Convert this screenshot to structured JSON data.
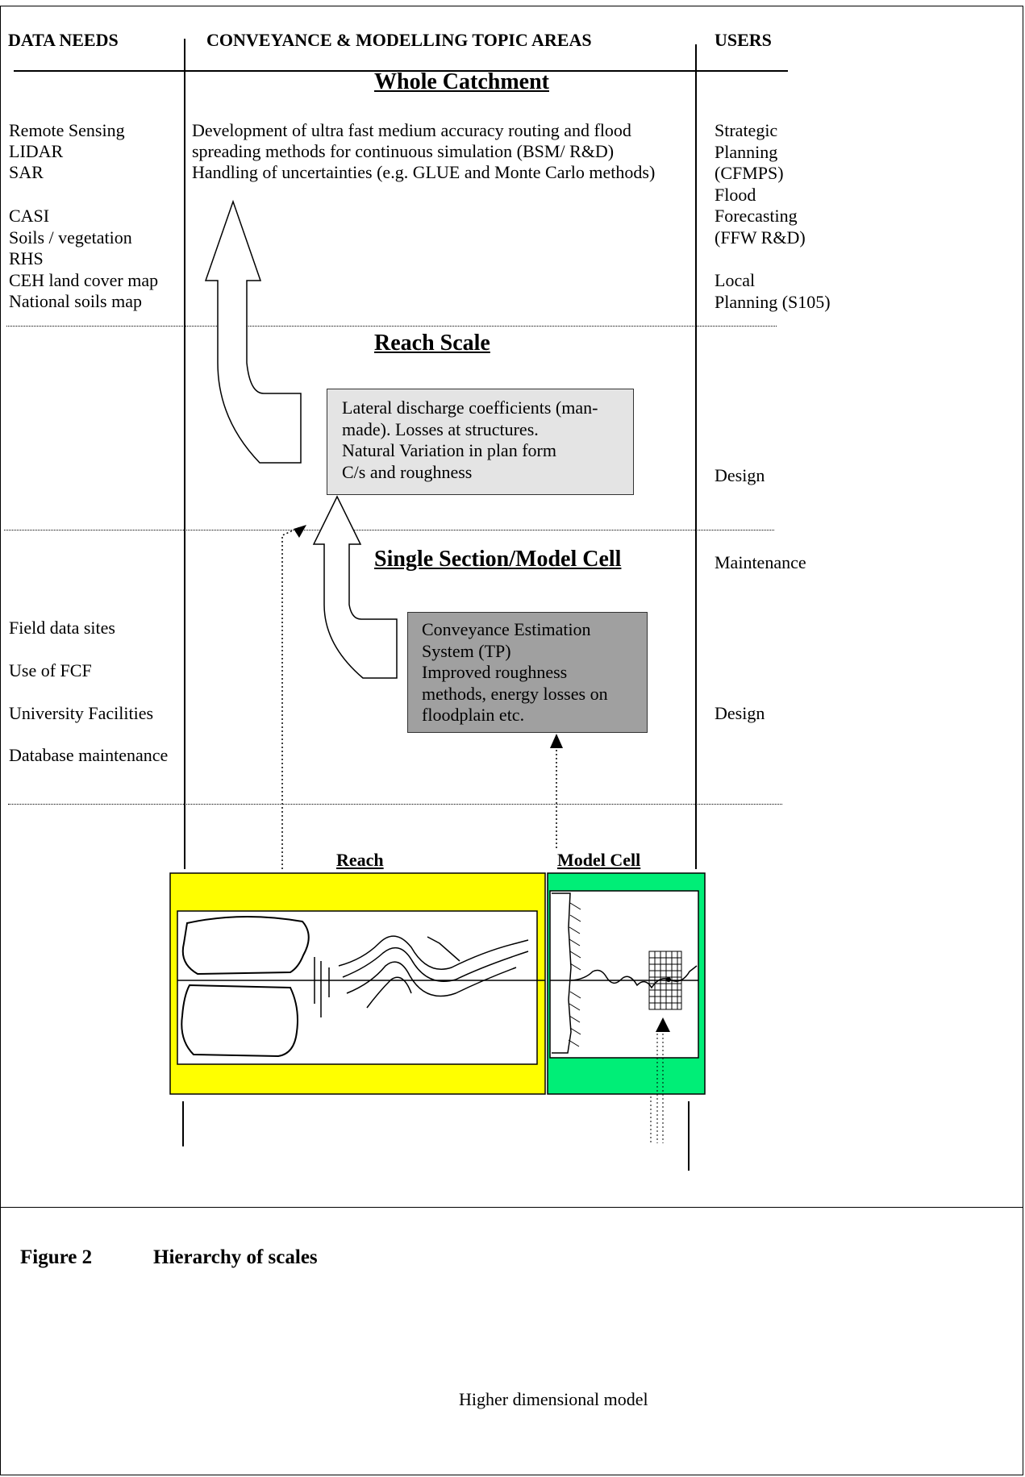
{
  "headers": {
    "data_needs": "DATA NEEDS",
    "topic_areas": "CONVEYANCE & MODELLING TOPIC AREAS",
    "users": "USERS"
  },
  "sections": {
    "whole_catchment": "Whole Catchment",
    "reach_scale": "Reach Scale",
    "single_section": "Single Section/Model Cell"
  },
  "whole_catchment": {
    "data_needs_1": "Remote Sensing\nLIDAR\nSAR",
    "data_needs_2": "CASI\nSoils / vegetation\nRHS\nCEH land cover map\nNational soils map",
    "topic": "Development of ultra fast medium accuracy routing and flood\nspreading methods for continuous simulation (BSM/ R&D)\nHandling of uncertainties (e.g. GLUE and Monte Carlo methods)",
    "users_1": "Strategic\nPlanning\n(CFMPS)\nFlood\nForecasting\n(FFW R&D)",
    "users_2": "Local\nPlanning (S105)"
  },
  "reach_scale": {
    "box_text": "Lateral discharge coefficients (man-\nmade). Losses at structures.\nNatural Variation in plan form\nC/s and roughness",
    "users": "Design"
  },
  "single_section": {
    "users_maintenance": "Maintenance",
    "box_text": "Conveyance Estimation\nSystem (TP)\nImproved roughness\nmethods, energy losses on\nfloodplain etc.",
    "data_needs": [
      "Field data sites",
      "Use of FCF",
      "University Facilities",
      "Database maintenance"
    ],
    "users_design": "Design"
  },
  "illustration": {
    "reach_label": "Reach",
    "model_cell_label": "Model Cell",
    "higher_dim_label": "Higher dimensional model",
    "reach_color": "#ffff00",
    "model_cell_color": "#00ee77"
  },
  "caption": {
    "number": "Figure 2",
    "title": "Hierarchy of scales"
  },
  "colors": {
    "reach_box_fill": "#e4e4e4",
    "section_box_fill": "#a0a0a0"
  }
}
